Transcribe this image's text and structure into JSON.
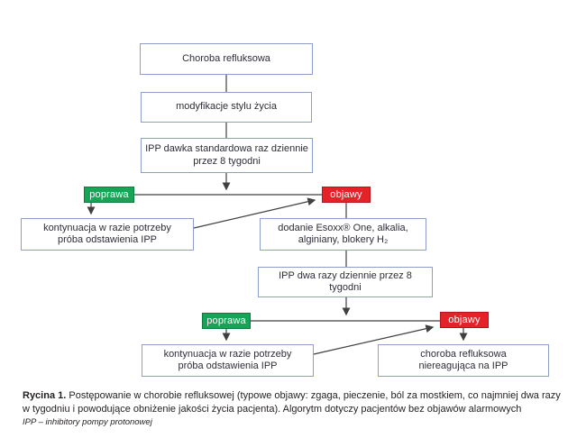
{
  "flowchart": {
    "nodes": {
      "choroba_refluksowa": "Choroba refluksowa",
      "modyfikacje": "modyfikacje stylu życia",
      "ipp_standard": {
        "line1": "IPP dawka standardowa raz dziennie",
        "line2": "przez 8 tygodni"
      },
      "kontynuacja1": {
        "line1": "kontynuacja w razie potrzeby",
        "line2": "próba odstawienia IPP"
      },
      "dodanie": {
        "line1": "dodanie Esoxx® One, alkalia,",
        "line2": "alginiany, blokery H₂"
      },
      "ipp_dwa": "IPP dwa razy dziennie przez 8 tygodni",
      "kontynuacja2": {
        "line1": "kontynuacja w razie potrzeby",
        "line2": "próba odstawienia IPP"
      },
      "choroba_niereagujaca": {
        "line1": "choroba refluksowa",
        "line2": "niereagująca na IPP"
      }
    },
    "labels": {
      "poprawa1": "poprawa",
      "objawy1": "objawy",
      "poprawa2": "poprawa",
      "objawy2": "objawy"
    },
    "colors": {
      "positive_green": "#17a457",
      "negative_red": "#e62229",
      "box_border_blue": "#8e9ecb",
      "connector_line": "#404040"
    }
  },
  "caption": {
    "label": "Rycina 1.",
    "text": " Postępowanie w chorobie refluksowej (typowe objawy: zgaga, pieczenie, ból za mostkiem, co najmniej dwa razy w tygodniu i powodujące obniżenie jakości życia pacjenta). Algorytm dotyczy pacjentów bez objawów alarmowych"
  },
  "footnote": "IPP – inhibitory pompy protonowej"
}
